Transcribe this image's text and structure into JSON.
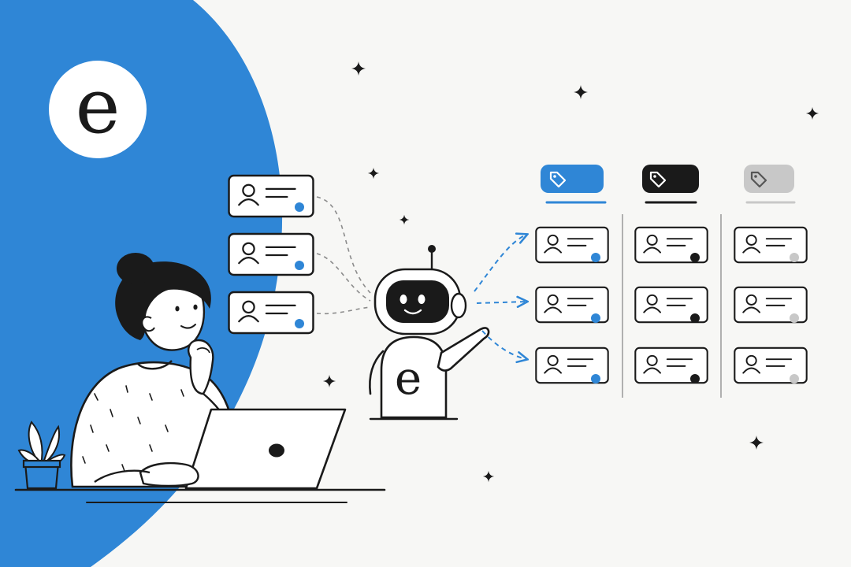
{
  "brand": {
    "logo_letter": "e",
    "robot_letter": "e",
    "accent_color": "#2f86d6",
    "ink_color": "#1a1a1a",
    "muted_color": "#c8c8c8",
    "background_color": "#f7f7f5"
  },
  "incoming_contacts": [
    {
      "icon": "person-icon",
      "status_color": "#2f86d6"
    },
    {
      "icon": "person-icon",
      "status_color": "#2f86d6"
    },
    {
      "icon": "person-icon",
      "status_color": "#2f86d6"
    }
  ],
  "tag_columns": [
    {
      "tag_icon": "tag-icon",
      "color": "#2f86d6",
      "card_dot_color": "#2f86d6",
      "cards": 3
    },
    {
      "tag_icon": "tag-icon",
      "color": "#1a1a1a",
      "card_dot_color": "#1a1a1a",
      "cards": 3
    },
    {
      "tag_icon": "tag-icon",
      "color": "#c8c8c8",
      "card_dot_color": "#c8c8c8",
      "cards": 3
    }
  ]
}
